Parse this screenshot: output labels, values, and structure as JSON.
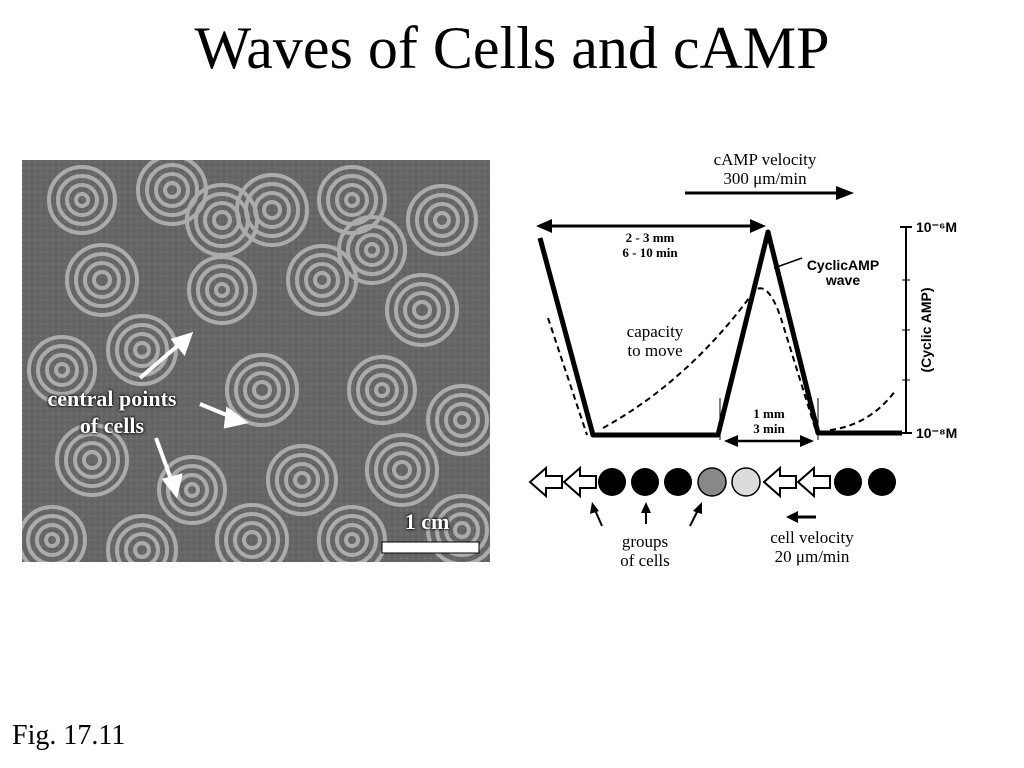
{
  "slide": {
    "title": "Waves of Cells and cAMP",
    "figure_label": "Fig. 17.11"
  },
  "photo": {
    "label_line1": "central points",
    "label_line2": "of cells",
    "scale_label": "1 cm"
  },
  "diagram": {
    "camp_velocity_line1": "cAMP velocity",
    "camp_velocity_line2": "300 μm/min",
    "wavelength_line1": "2 - 3 mm",
    "wavelength_line2": "6 - 10 min",
    "wave_label_line1": "CyclicAMP",
    "wave_label_line2": "wave",
    "capacity_line1": "capacity",
    "capacity_line2": "to move",
    "width_line1": "1 mm",
    "width_line2": "3 min",
    "axis_top": "10⁻⁶M",
    "axis_bottom": "10⁻⁸M",
    "axis_label": "(Cyclic AMP)",
    "groups_line1": "groups",
    "groups_line2": "of cells",
    "cell_velocity_line1": "cell velocity",
    "cell_velocity_line2": "20 μm/min"
  },
  "colors": {
    "photo_background": "#6a6a6a",
    "photo_rings": "#b4b4b4",
    "line": "#000000"
  },
  "icons": [
    "left-arrow-outline-icon",
    "filled-circle-icon",
    "stippled-circle-icon",
    "light-stippled-circle-icon"
  ]
}
